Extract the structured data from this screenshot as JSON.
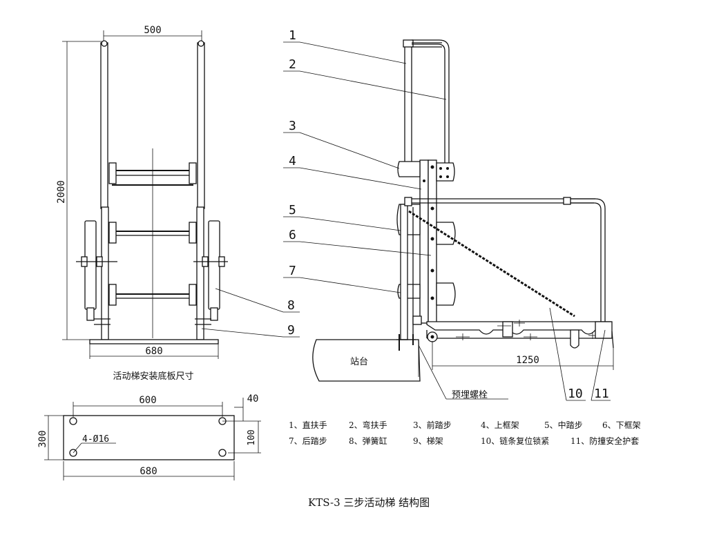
{
  "front_view": {
    "dim_top": "500",
    "dim_height": "2000",
    "dim_bottom": "680",
    "caption": "活动梯安装底板尺寸"
  },
  "plate": {
    "dim_width_inner": "600",
    "dim_width_outer": "680",
    "dim_height": "300",
    "dim_offset": "40",
    "dim_right": "100",
    "hole_note": "4-Ø16"
  },
  "side_view": {
    "callouts": [
      "1",
      "2",
      "3",
      "4",
      "5",
      "6",
      "7",
      "8",
      "9",
      "10",
      "11"
    ],
    "platform_label": "站台",
    "dim_length": "1250",
    "bolt_label": "预埋螺栓"
  },
  "legend": {
    "row1": [
      "1、直扶手",
      "2、弯扶手",
      "3、前踏步",
      "4、上框架",
      "5、中踏步",
      "6、下框架"
    ],
    "row2": [
      "7、后踏步",
      "8、弹簧缸",
      "9、梯架",
      "10、链条复位锁紧",
      "11、防撞安全护套"
    ]
  },
  "title": "KTS-3 三步活动梯 结构图"
}
